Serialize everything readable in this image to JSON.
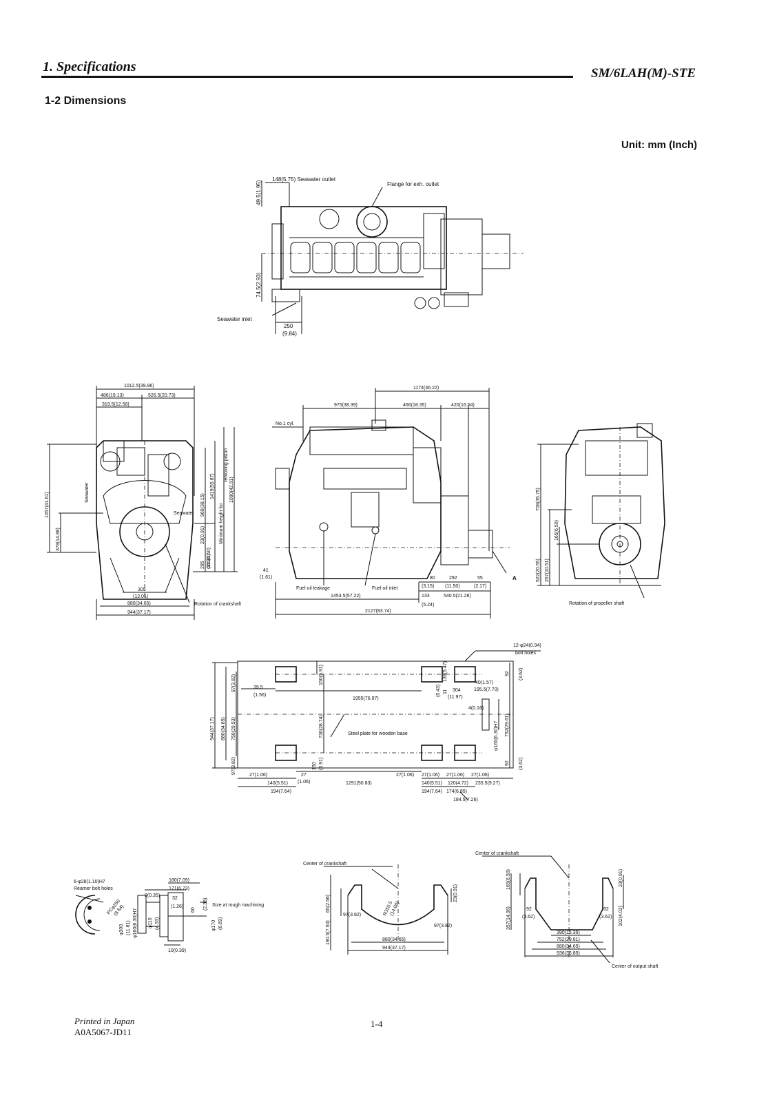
{
  "header": {
    "section_title": "1. Specifications",
    "model": "SM/6LAH(M)-STE"
  },
  "subsection": "1-2  Dimensions",
  "unit": "Unit: mm (Inch)",
  "top_view": {
    "d1": "49.5(1.95)",
    "d2": "148(5.75) Seawater outlet",
    "d3": "Flange for exh. outlet",
    "d4": "74.5(2.93)",
    "d5": "Seawater inlet",
    "d6": "250",
    "d7": "(9.84)"
  },
  "front_view": {
    "w_total": "1012.5(39.86)",
    "w_a": "486(19.13)",
    "w_b": "526.5(20.73)",
    "w_c": "319.5(12.58)",
    "h_total": "1057(41.61)",
    "h_a": "378(14.88)",
    "seawater_left": "Seawater",
    "seawater_right": "Seawater",
    "h_b": "969(38.15)",
    "h_c": "1419(55.87)",
    "h_c_note": "Minimum height for",
    "h_c_note2": "removing piston",
    "h_d": "1090(42.91)",
    "h_e": "23(0.91)",
    "h_f": "165(6.50)",
    "h_g": "285",
    "h_g2": "(11.22)",
    "b_a": "305",
    "b_a2": "(12.01)",
    "b_b": "880(34.65)",
    "b_c": "944(37.17)",
    "rotation": "Rotation of crankshaft"
  },
  "side_view": {
    "top_total": "1174(46.22)",
    "t_a": "975(38.39)",
    "t_b": "466(18.35)",
    "t_c": "420(16.54)",
    "cyl": "No.1 cyl.",
    "d_41": "41",
    "d_41b": "(1.61)",
    "fuel_leak": "Fuel oil leakage",
    "fuel_inlet": "Fuel oil inlet",
    "b_80": "80",
    "b_80b": "(3.15)",
    "b_292": "292",
    "b_292b": "(11.50)",
    "b_55": "55",
    "b_55b": "(2.17)",
    "b_1453": "1453.5(57.22)",
    "b_133": "133",
    "b_540": "540.5(21.28)",
    "b_2127": "2127(83.74)",
    "b_524": "(5.24)",
    "ref_a": "A"
  },
  "rear_view": {
    "h_708": "708(35.75)",
    "h_522": "522(20.55)",
    "h_267": "267(10.51)",
    "h_165": "165(6.50)",
    "rotation": "Rotation of propeller shaft"
  },
  "plan_view": {
    "bolt": "12-φ24(0.94)",
    "bolt2": "bolt holes",
    "v_944": "944(37.17)",
    "v_880": "880(34.65)",
    "v_750": "750(29.53)",
    "v_97a": "97(3.82)",
    "v_97b": "97(3.82)",
    "d_395": "39.5",
    "d_395b": "(1.56)",
    "v_150a": "150(5.91)",
    "v_150b": "150",
    "v_150c": "(5.91)",
    "v_730": "730(28.74)",
    "d_1955": "1955(76.97)",
    "d_11": "11",
    "d_043": "(0.43)",
    "d_139": "139(5.47)",
    "d_304": "304",
    "d_1197": "(11.97)",
    "d_40": "40(1.57)",
    "d_1955b": "195.5(7.70)",
    "d_92a": "92",
    "d_362a": "(3.62)",
    "d_4": "4(0.16)",
    "v_160": "φ160(6.30)H7",
    "v_752": "752(29.61)",
    "d_92b": "92",
    "d_362b": "(3.62)",
    "steel": "Steel plate for wooden base",
    "b_27a": "27(1.06)",
    "b_27b": "27",
    "b_106": "(1.06)",
    "b_27c": "27(1.06)",
    "b_27d": "27(1.06)",
    "b_27e": "27(1.06)",
    "b_27f": "27(1.06)",
    "b_140a": "140(5.51)",
    "b_1291": "1291(50.83)",
    "b_140b": "140(5.51)",
    "b_120": "120(4.72)",
    "b_2355": "235.5(9.27)",
    "b_194a": "194(7.64)",
    "b_194b": "194(7.64)",
    "b_174": "174(6.85)",
    "b_1845": "184.5(7.26)"
  },
  "flange_view": {
    "holes": "6-φ28(1.10)H7",
    "holes2": "Reamer bolt holes",
    "d_180": "180(7.09)",
    "d_9": "9(0.35)",
    "d_171": "171(6.73)",
    "d_32": "32",
    "d_126": "(1.26)",
    "d_60": "60",
    "d_236": "(2.36)",
    "rough": "Size at rough machining",
    "pcd": "PCφ250",
    "pcd2": "(9.84)",
    "d_300": "φ300",
    "d_1181": "(11.81)",
    "d_160": "φ160(6.30)H7",
    "d_110": "φ110",
    "d_433": "(4.33)",
    "d_170": "φ170",
    "d_669": "(6.69)",
    "d_10": "10(0.39)"
  },
  "sump_view": {
    "center": "Center of crankshaft",
    "d_1905": "190.5(7.50)",
    "d_65": "65(2.56)",
    "d_23": "23(0.91)",
    "d_r": "R355.5",
    "d_r2": "(14.00)",
    "d_97a": "97(3.82)",
    "d_97b": "97(3.82)",
    "d_880": "880(34.65)",
    "d_944": "944(37.17)"
  },
  "mount_view": {
    "center": "Center of crankshaft",
    "d_357": "357(14.06)",
    "d_165": "165(6.50)",
    "d_23": "23(0.91)",
    "d_92a": "92",
    "d_362a": "(3.62)",
    "d_92b": "92",
    "d_362b": "(3.62)",
    "d_102": "102(4.02)",
    "d_390": "390(15.35)",
    "d_752": "752(29.61)",
    "d_880": "880(34.65)",
    "d_936": "936(36.85)",
    "output": "Center of output shaft"
  },
  "footer": {
    "printed": "Printed in Japan",
    "code": "A0A5067-JD11",
    "page": "1-4"
  }
}
